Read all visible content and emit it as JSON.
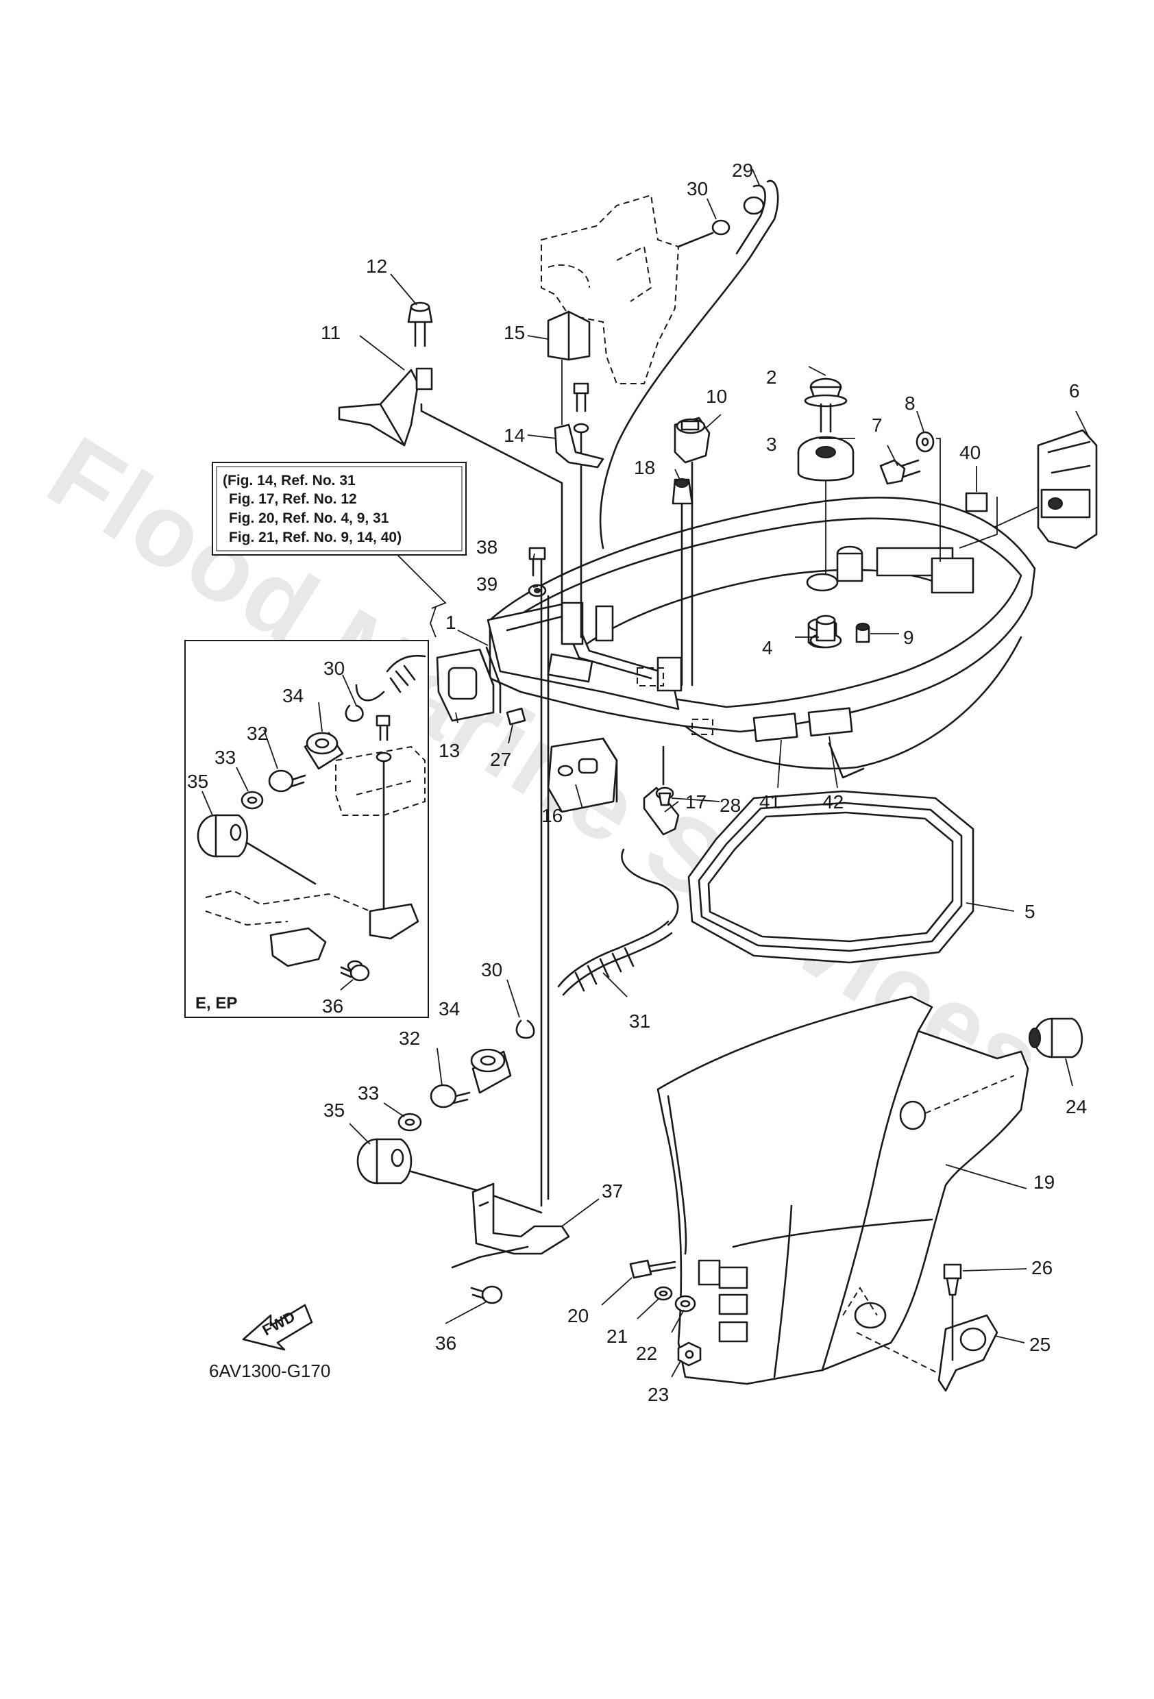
{
  "watermark": "Flood Marine Services",
  "diagram_code": "6AV1300-G170",
  "fwd_label": "FWD",
  "inset_label": "E, EP",
  "reference_note": [
    "(Fig. 14, Ref. No. 31",
    "Fig. 17, Ref. No. 12",
    "Fig. 20, Ref. No. 4, 9, 31",
    "Fig. 21, Ref. No. 9, 14, 40)"
  ],
  "callouts": {
    "c1": "1",
    "c2": "2",
    "c3": "3",
    "c4": "4",
    "c5": "5",
    "c6": "6",
    "c7": "7",
    "c8": "8",
    "c9": "9",
    "c10": "10",
    "c11": "11",
    "c12": "12",
    "c13": "13",
    "c14": "14",
    "c15": "15",
    "c16": "16",
    "c17": "17",
    "c18": "18",
    "c19": "19",
    "c20": "20",
    "c21": "21",
    "c22": "22",
    "c23": "23",
    "c24": "24",
    "c25": "25",
    "c26": "26",
    "c27": "27",
    "c28": "28",
    "c29": "29",
    "c30": "30",
    "c31": "31",
    "c32": "32",
    "c33": "33",
    "c34": "34",
    "c35": "35",
    "c36": "36",
    "c37": "37",
    "c38": "38",
    "c39": "39",
    "c40": "40",
    "c41": "41",
    "c42": "42",
    "i30": "30",
    "i32": "32",
    "i33": "33",
    "i34": "34",
    "i35": "35",
    "i36": "36"
  }
}
